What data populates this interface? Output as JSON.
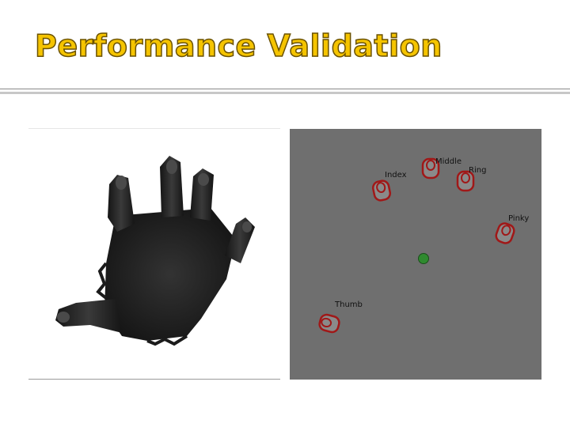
{
  "slide": {
    "title": "Performance Validation"
  },
  "fingertip_panel": {
    "background_color": "#6f6f6f",
    "marker_color": "#a01818",
    "palm_center_color": "#2f8a2f",
    "labels": {
      "index": "Index",
      "middle": "Middle",
      "ring": "Ring",
      "pinky": "Pinky",
      "thumb": "Thumb"
    }
  },
  "depth_panel": {
    "hand_color": "#1e1e1e"
  }
}
